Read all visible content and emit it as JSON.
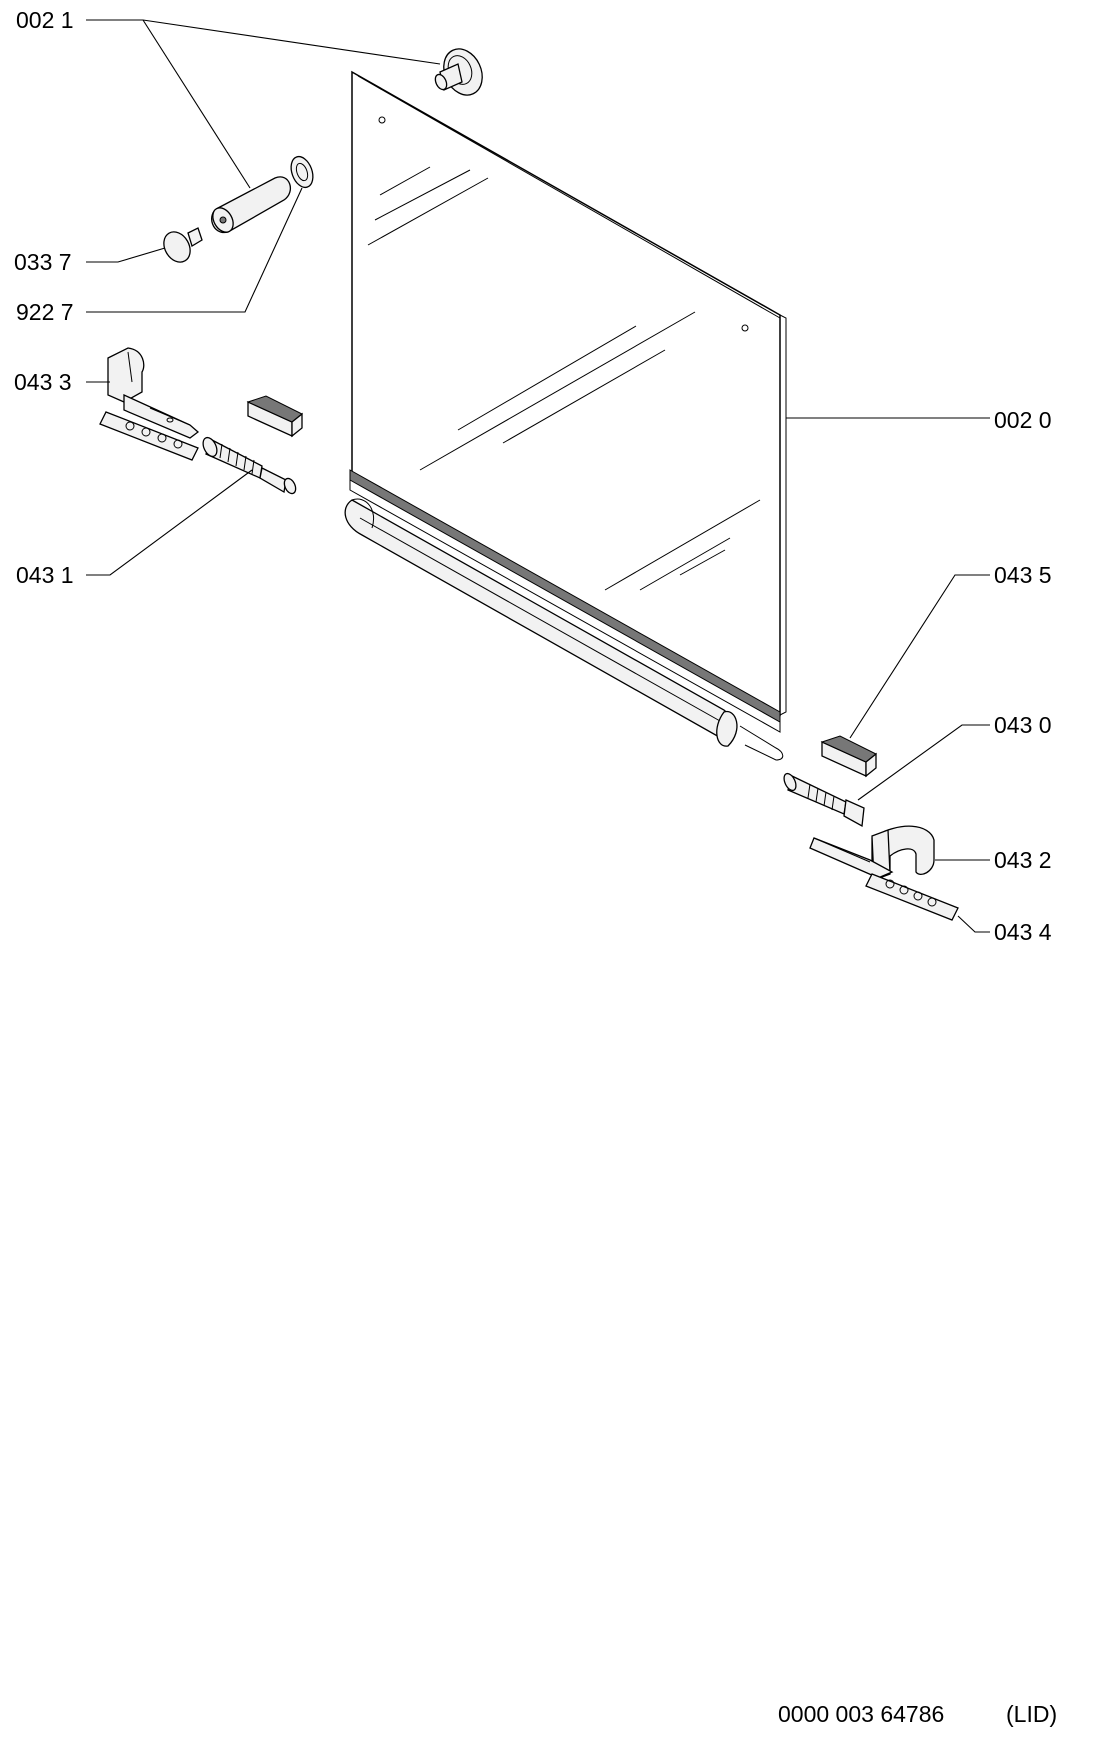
{
  "callouts": {
    "p0021": "002 1",
    "p0337": "033 7",
    "p9227": "922 7",
    "p0433": "043 3",
    "p0431": "043 1",
    "p0020": "002 0",
    "p0435": "043 5",
    "p0430": "043 0",
    "p0432": "043 2",
    "p0434": "043 4"
  },
  "footer": {
    "code": "0000 003 64786",
    "tag": "(LID)"
  }
}
